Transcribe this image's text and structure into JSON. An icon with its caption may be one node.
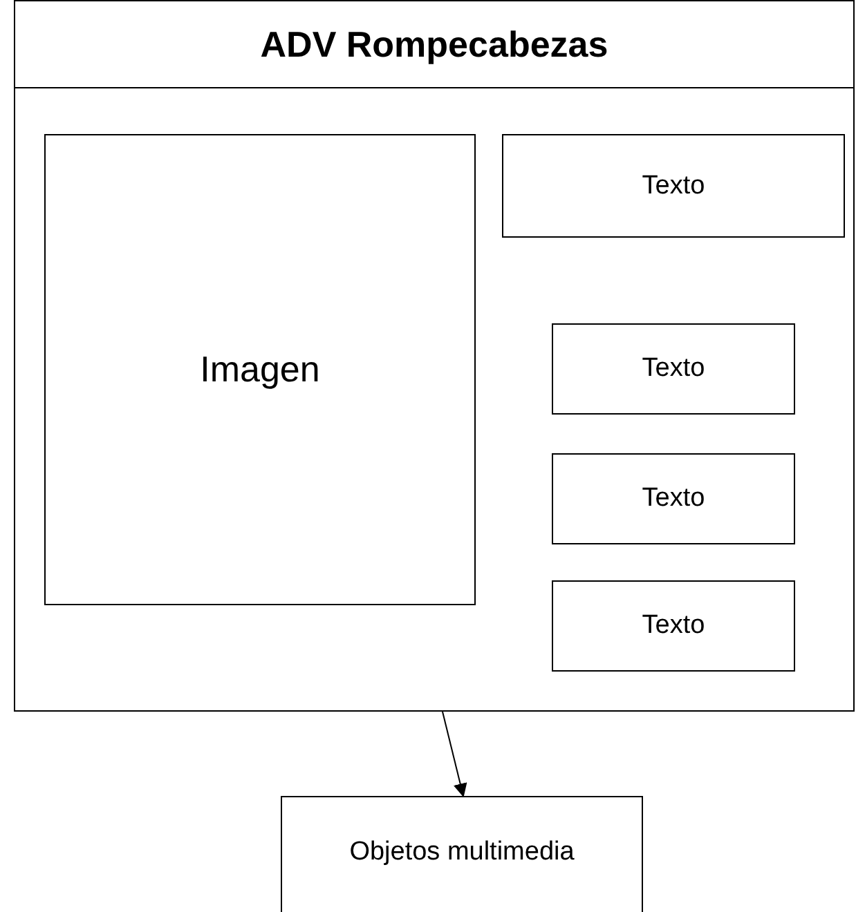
{
  "diagram": {
    "nodes": [
      {
        "text": [
          "ADV Rompecabezas"
        ]
      },
      {
        "text": [
          "Imagen"
        ],
        "in": 0
      },
      {
        "text": [
          "Texto"
        ],
        "in": 0
      },
      {
        "text": [
          "Texto"
        ],
        "in": 0
      },
      {
        "text": [
          "Texto"
        ],
        "in": 0
      },
      {
        "text": [
          "Texto"
        ],
        "in": 0
      },
      {
        "text": [
          "Objetos multimedia"
        ]
      }
    ],
    "edges": [
      {
        "from": 0,
        "to": 6,
        "arrow": "to"
      }
    ]
  }
}
